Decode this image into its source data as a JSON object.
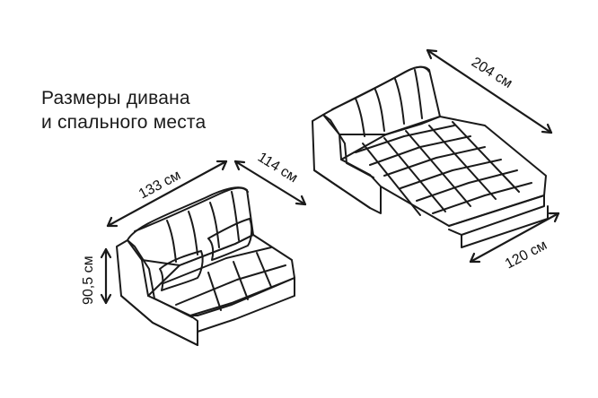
{
  "title": {
    "line1": "Размеры дивана",
    "line2": "и спального места"
  },
  "dimensions": {
    "sofa_width": "133 см",
    "sofa_depth": "114 см",
    "sofa_height": "90,5 см",
    "bed_length": "204 см",
    "bed_width": "120 см"
  }
}
